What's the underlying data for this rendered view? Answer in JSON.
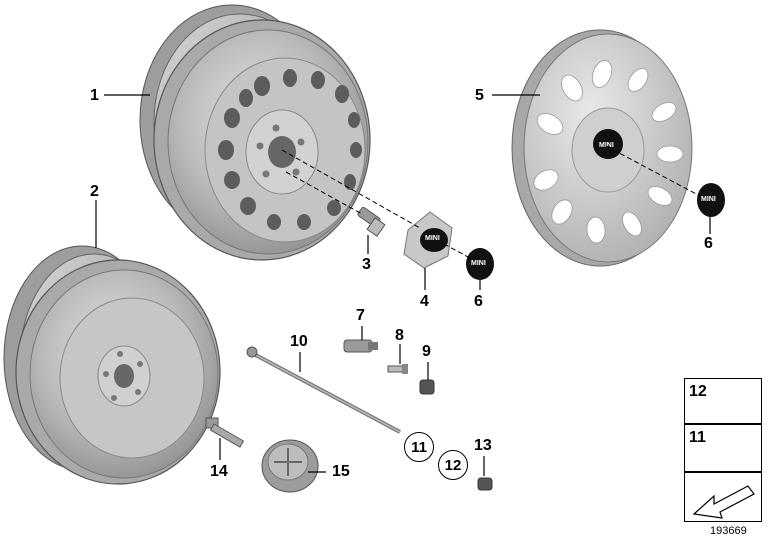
{
  "diagram": {
    "labels": {
      "p1": "1",
      "p2": "2",
      "p3": "3",
      "p4": "4",
      "p5": "5",
      "p6a": "6",
      "p6b": "6",
      "p7": "7",
      "p8": "8",
      "p9": "9",
      "p10": "10",
      "p11": "11",
      "p12": "12",
      "p13": "13",
      "p14": "14",
      "p15": "15"
    },
    "logo_text": "MINI",
    "legend": {
      "item12": "12",
      "item11": "11"
    },
    "doc_number": "193669"
  }
}
